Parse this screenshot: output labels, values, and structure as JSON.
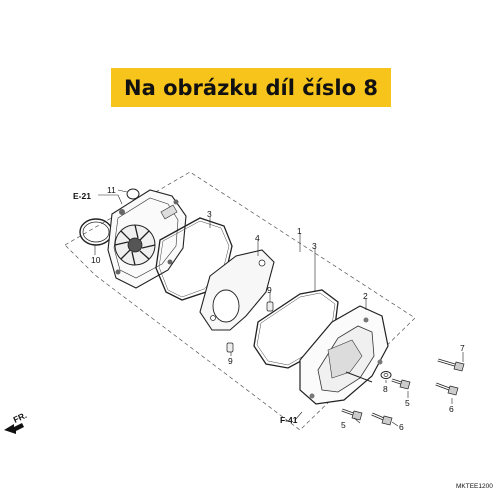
{
  "banner": {
    "text": "Na obrázku díl číslo 8",
    "color": "#f6c41b"
  },
  "refs": {
    "e21": "E-21",
    "f41": "F-41",
    "fr": "FR."
  },
  "diagram_code": "MKTEE1200",
  "callouts": [
    "1",
    "2",
    "3",
    "3",
    "4",
    "5",
    "5",
    "6",
    "6",
    "7",
    "8",
    "9",
    "9",
    "10",
    "11"
  ]
}
